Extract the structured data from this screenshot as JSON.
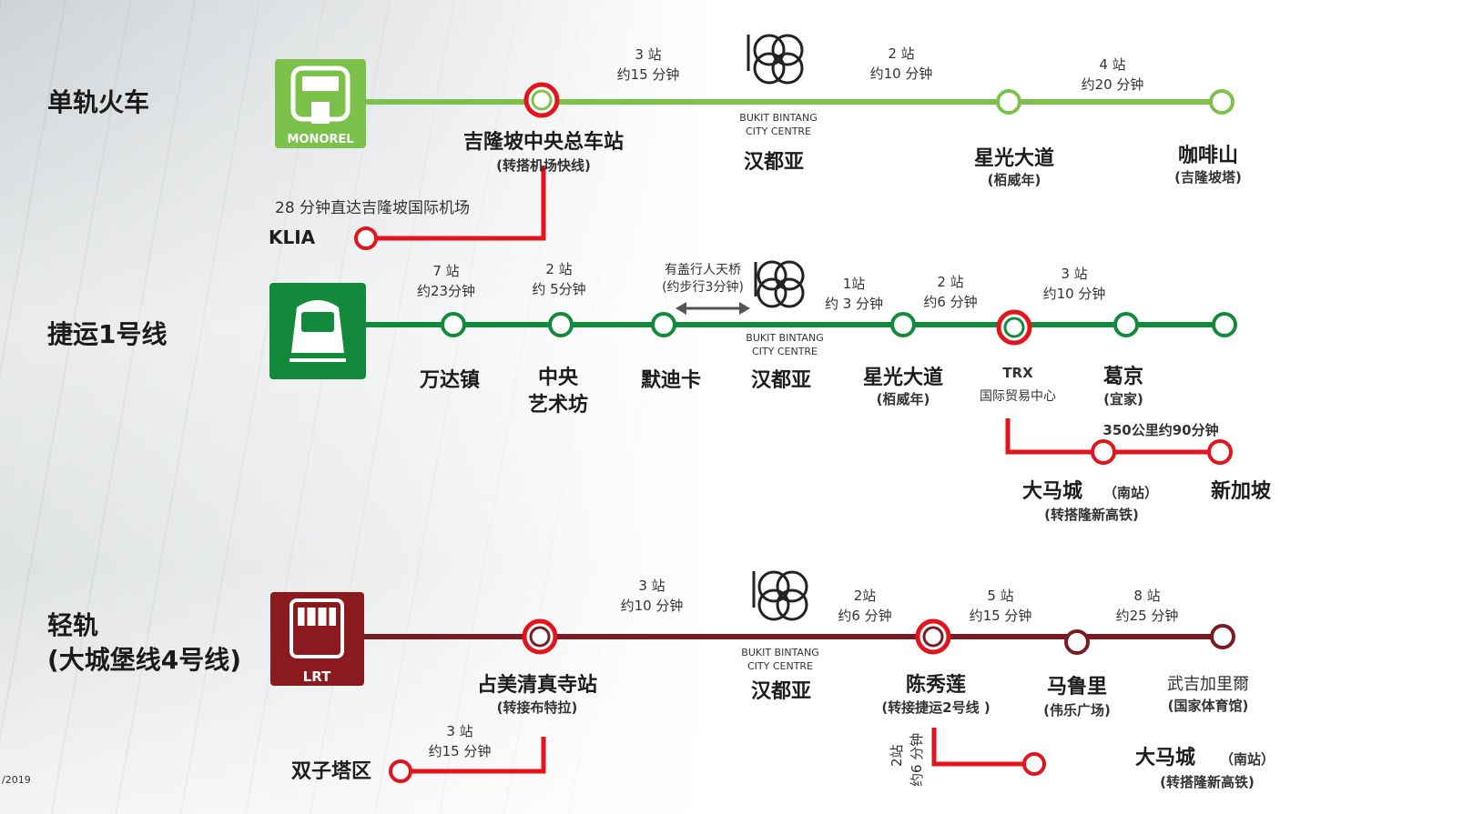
{
  "lines": {
    "monorail": {
      "name": "单轨火车",
      "logo_text": "MONOREL",
      "color": "#7cc24a",
      "segments": [
        "3 站",
        "约15 分钟",
        "2 站",
        "约10 分钟",
        "4 站",
        "约20 分钟"
      ],
      "stations": [
        {
          "name": "吉隆坡中央总车站",
          "sub": "(转搭机场快线)"
        },
        {
          "name": "汉都亚",
          "sub": ""
        },
        {
          "name": "星光大道",
          "sub": "(栢威年)"
        },
        {
          "name": "咖啡山",
          "sub": "(吉隆坡塔)"
        }
      ],
      "branch": {
        "label": "28 分钟直达吉隆坡国际机场",
        "station": "KLIA"
      }
    },
    "mrt1": {
      "name": "捷运1号线",
      "color": "#138a3b",
      "segments": [
        "7 站",
        "约23分钟",
        "2 站",
        "约 5分钟",
        "1站",
        "约 3 分钟",
        "2 站",
        "约6 分钟",
        "3 站",
        "约10 分钟"
      ],
      "walkway": [
        "有盖行人天桥",
        "(约步行3分钟)"
      ],
      "stations": [
        {
          "name": "万达镇",
          "sub": ""
        },
        {
          "name": "中央",
          "name2": "艺术坊",
          "sub": ""
        },
        {
          "name": "默迪卡",
          "sub": ""
        },
        {
          "name": "汉都亚",
          "sub": ""
        },
        {
          "name": "星光大道",
          "sub": "(栢威年)"
        },
        {
          "name": "TRX",
          "sub": "国际贸易中心"
        },
        {
          "name": "葛京",
          "sub": "(宜家)"
        }
      ],
      "branch": {
        "label": "350公里约90分钟",
        "stations": [
          {
            "name": "大马城",
            "paren": "（南站）",
            "sub": "(转搭隆新高铁)"
          },
          {
            "name": "新加坡"
          }
        ]
      }
    },
    "lrt": {
      "name": "轻轨",
      "name2": "(大城堡线4号线)",
      "logo_text": "LRT",
      "color": "#7a1a22",
      "segments": [
        "3 站",
        "约10 分钟",
        "2站",
        "约6 分钟",
        "5 站",
        "约15 分钟",
        "8 站",
        "约25 分钟"
      ],
      "stations": [
        {
          "name": "占美清真寺站",
          "sub": "(转接布特拉)"
        },
        {
          "name": "汉都亚",
          "sub": ""
        },
        {
          "name": "陈秀莲",
          "sub": "(转接捷运2号线 )"
        },
        {
          "name": "马鲁里",
          "sub": "(伟乐广场)"
        },
        {
          "name": "武吉加里爾",
          "sub": "(国家体育馆)"
        }
      ],
      "branch1": {
        "seg": [
          "3 站",
          "约15 分钟"
        ],
        "station": "双子塔区"
      },
      "branch2": {
        "seg": [
          "2站",
          "约6 分钟"
        ],
        "station": "大马城",
        "paren": "（南站）",
        "sub": "(转搭隆新高铁)"
      }
    }
  },
  "bukit_bintang": [
    "BUKIT BINTANG",
    "CITY CENTRE"
  ],
  "colors": {
    "interchange": "#e3141b",
    "branch": "#e3141b"
  },
  "footnote": "/2019"
}
